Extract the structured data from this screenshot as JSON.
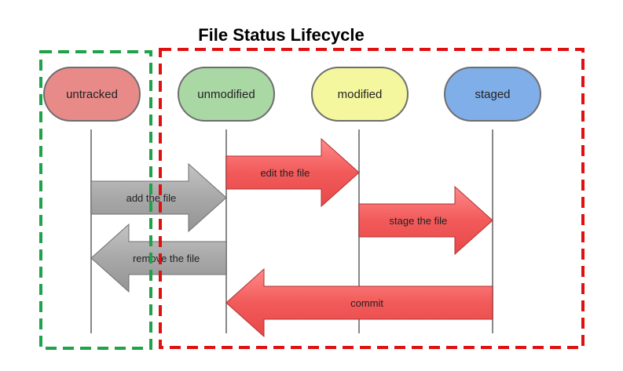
{
  "title": "File Status Lifecycle",
  "states": [
    {
      "id": "untracked",
      "label": "untracked",
      "color": "#e88a88"
    },
    {
      "id": "unmodified",
      "label": "unmodified",
      "color": "#a9d8a4"
    },
    {
      "id": "modified",
      "label": "modified",
      "color": "#f4f79e"
    },
    {
      "id": "staged",
      "label": "staged",
      "color": "#7faee8"
    }
  ],
  "actions": [
    {
      "id": "edit-the-file",
      "label": "edit the file",
      "from": "unmodified",
      "to": "modified",
      "color": "#f25a5a"
    },
    {
      "id": "add-the-file",
      "label": "add the file",
      "from": "untracked",
      "to": "unmodified",
      "color": "#a8a8a8"
    },
    {
      "id": "stage-the-file",
      "label": "stage the file",
      "from": "modified",
      "to": "staged",
      "color": "#f25a5a"
    },
    {
      "id": "remove-the-file",
      "label": "remove the file",
      "from": "unmodified",
      "to": "untracked",
      "color": "#a8a8a8"
    },
    {
      "id": "commit",
      "label": "commit",
      "from": "staged",
      "to": "unmodified",
      "color": "#f25a5a"
    }
  ],
  "groups": [
    {
      "id": "untracked-group",
      "color": "#1ea24a"
    },
    {
      "id": "tracked-group",
      "color": "#e01010"
    }
  ]
}
